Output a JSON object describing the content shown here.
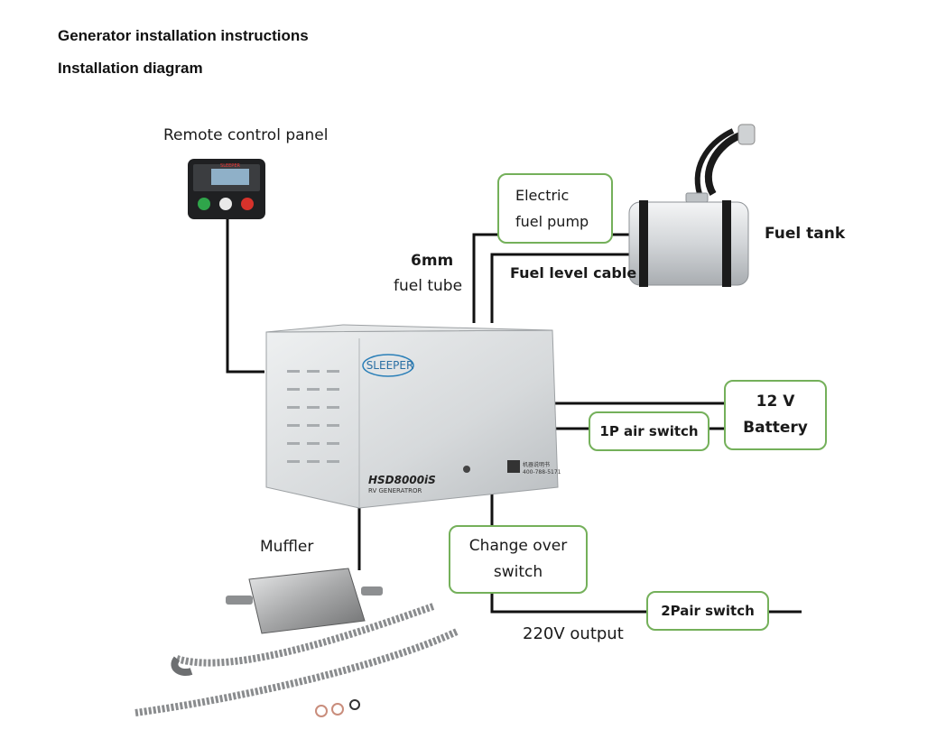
{
  "page": {
    "title": "Generator installation instructions",
    "subtitle": "Installation diagram"
  },
  "diagram": {
    "remote_panel_label": "Remote control panel",
    "fuel_tube_label_1": "6mm",
    "fuel_tube_label_2": "fuel tube",
    "electric_pump_box": {
      "line1": "Electric",
      "line2": "fuel pump"
    },
    "fuel_tank_label": "Fuel tank",
    "fuel_level_label": "Fuel level cable",
    "battery_box": {
      "line1": "12 V",
      "line2": "Battery"
    },
    "air_switch_box": "1P air switch",
    "changeover_box": {
      "line1": "Change over",
      "line2": "switch"
    },
    "pair_switch_box": "2Pair switch",
    "output_label": "220V output",
    "muffler_label": "Muffler",
    "generator": {
      "brand": "SLEEPER",
      "model": "HSD8000iS",
      "model_sub": "RV GENERATROR",
      "qr_text_1": "机器说明书",
      "qr_text_2": "400-788-5171"
    },
    "panel_screen": {
      "brand": "SLEEPER"
    }
  },
  "colors": {
    "box_border": "#74b05a",
    "wire": "#111111",
    "generator_body": "#d9dbdd"
  }
}
